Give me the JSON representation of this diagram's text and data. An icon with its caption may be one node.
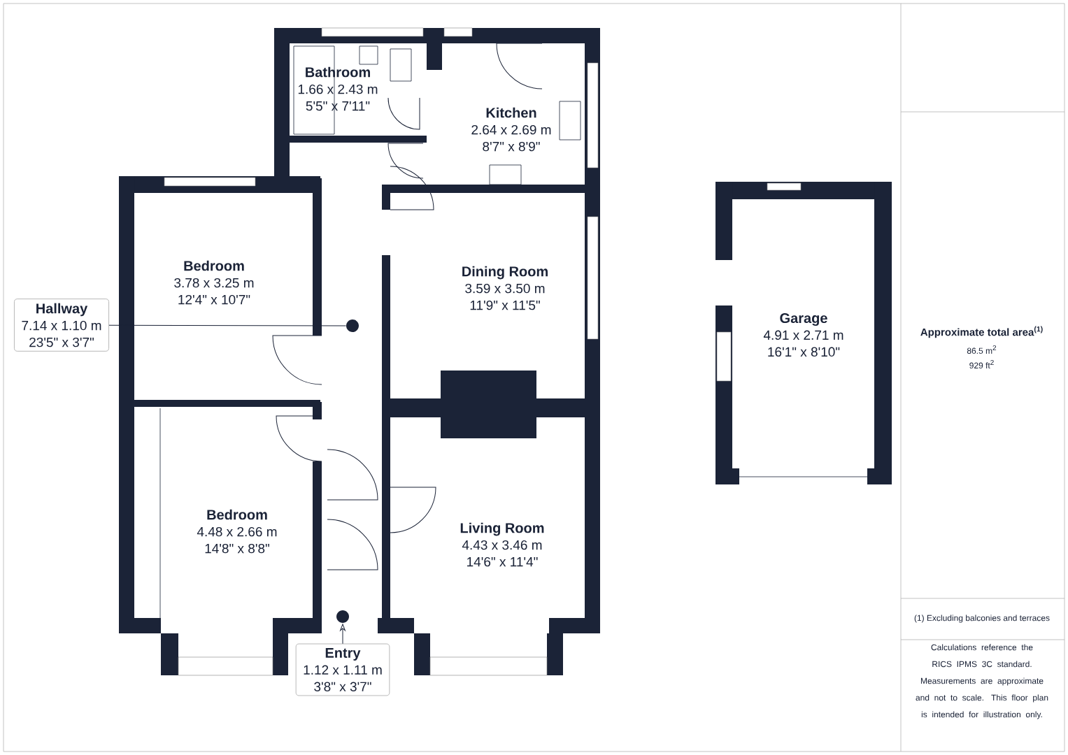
{
  "diagram": {
    "nodes": [
      {
        "text": [
          "Bathroom",
          "1.66 x 2.43 m",
          "5'5\" x 7'11\""
        ]
      },
      {
        "text": [
          "Kitchen",
          "2.64 x 2.69 m",
          "8'7\" x 8'9\""
        ]
      },
      {
        "text": [
          "Bedroom",
          "3.78 x 3.25 m",
          "12'4\" x 10'7\""
        ]
      },
      {
        "text": [
          "Dining Room",
          "3.59 x 3.50 m",
          "11'9\" x 11'5\""
        ]
      },
      {
        "text": [
          "Hallway",
          "7.14 x 1.10 m",
          "23'5\" x 3'7\""
        ]
      },
      {
        "text": [],
        "shape": "circle"
      },
      {
        "text": [
          "Bedroom",
          "4.48 x 2.66 m",
          "14'8\" x 8'8\""
        ]
      },
      {
        "text": [
          "Living Room",
          "4.43 x 3.46 m",
          "14'6\" x 11'4\""
        ]
      },
      {
        "text": [
          "Entry",
          "1.12 x 1.11 m",
          "3'8\" x 3'7\""
        ]
      },
      {
        "text": [],
        "shape": "circle"
      },
      {
        "text": [
          "Garage",
          "4.91 x 2.71 m",
          "16'1\" x 8'10\""
        ]
      }
    ],
    "edges": [
      {
        "from": 4,
        "to": 5,
        "arrow": "none"
      },
      {
        "from": 8,
        "to": 9,
        "arrow": "to"
      }
    ],
    "labels": [
      "Approximate total area$^{(1)}$",
      "86.5 m$^{2}$",
      "929 ft$^{2}$",
      "(1) Excluding balconies and terraces",
      "Calculations reference the RICS IPMS 3C standard. Measurements are approximate and not to scale. This floor plan is intended for illustration only."
    ]
  }
}
